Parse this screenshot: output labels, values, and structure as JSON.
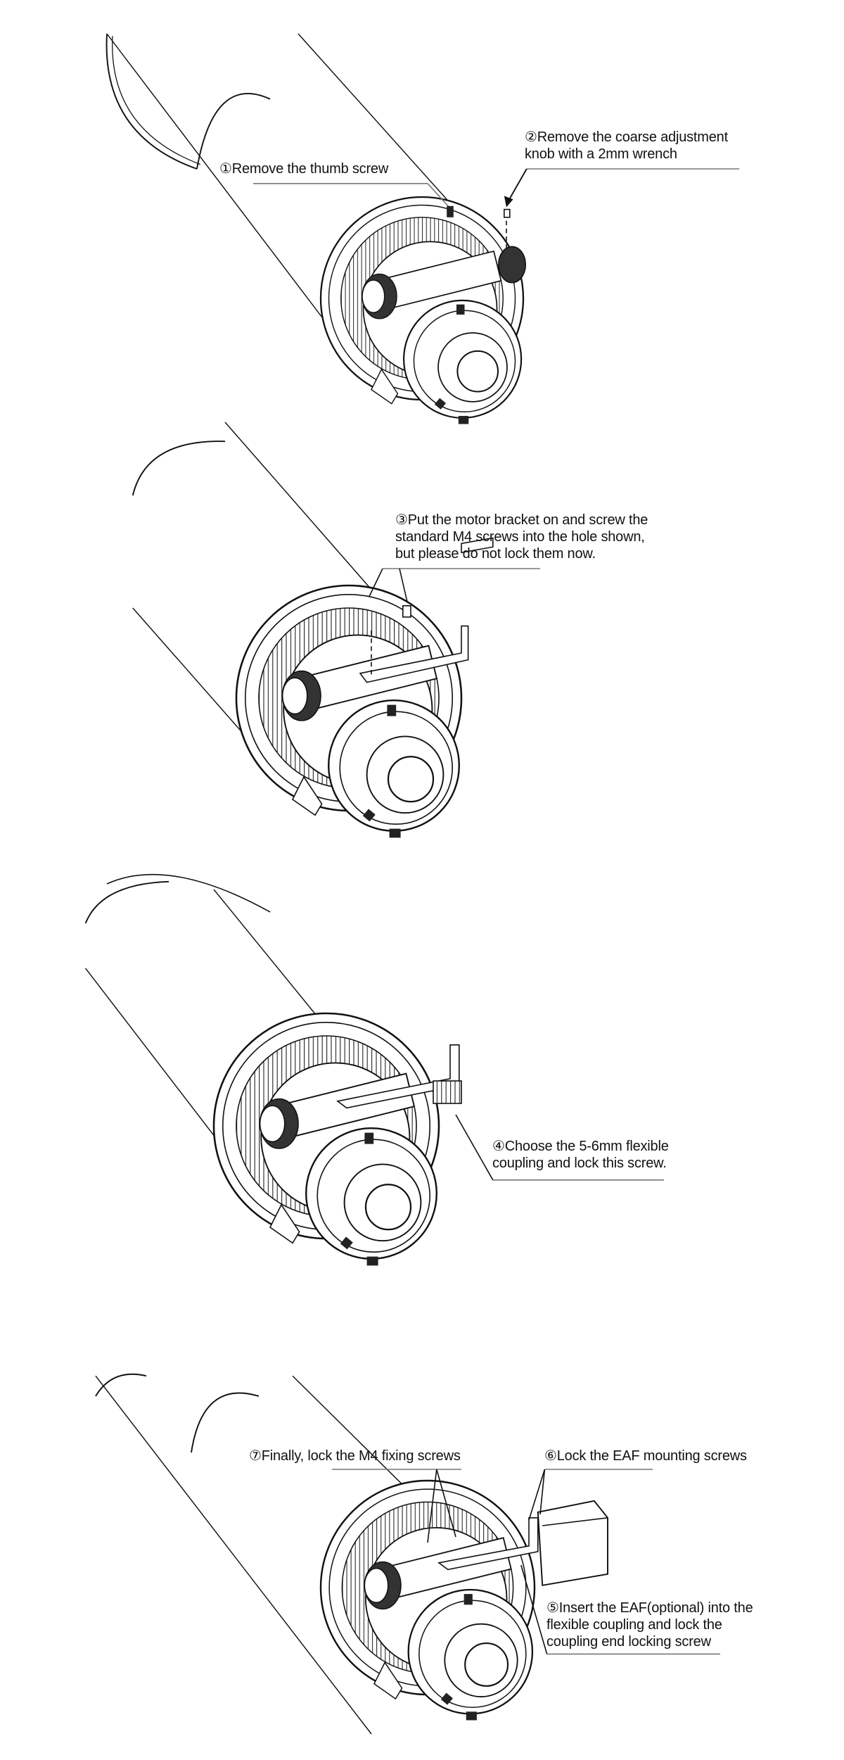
{
  "steps": [
    {
      "number": "①",
      "lines": [
        "Remove the thumb screw"
      ]
    },
    {
      "number": "②",
      "lines": [
        "Remove the coarse adjustment",
        "knob with a 2mm wrench"
      ]
    },
    {
      "number": "③",
      "lines": [
        "Put the motor bracket on and screw the",
        "standard M4 screws into the hole shown,",
        "but please do not lock them now."
      ]
    },
    {
      "number": "④",
      "lines": [
        "Choose the 5-6mm flexible",
        "coupling and lock this screw."
      ]
    },
    {
      "number": "⑤",
      "lines": [
        "Insert the EAF(optional) into the",
        "flexible coupling and lock the",
        "coupling end locking screw"
      ]
    },
    {
      "number": "⑥",
      "lines": [
        "Lock the EAF mounting screws"
      ]
    },
    {
      "number": "⑦",
      "lines": [
        "Finally, lock the M4 fixing screws"
      ]
    }
  ]
}
